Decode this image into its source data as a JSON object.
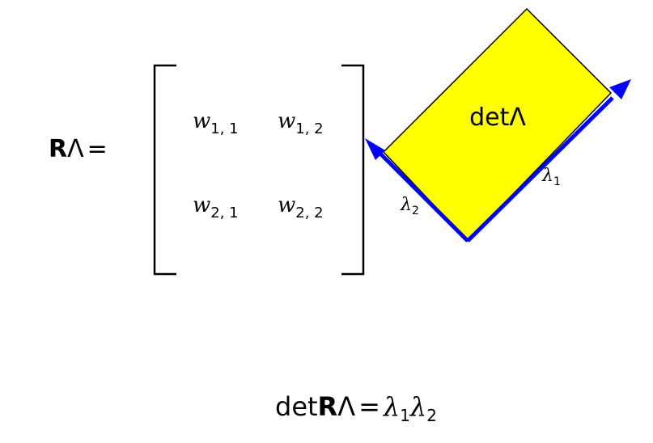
{
  "equation_lhs": {
    "bold": "R",
    "symbol": "Λ",
    "equals": "="
  },
  "matrix": {
    "entries": [
      {
        "var": "w",
        "sub": "1, 1"
      },
      {
        "var": "w",
        "sub": "1, 2"
      },
      {
        "var": "w",
        "sub": "2, 1"
      },
      {
        "var": "w",
        "sub": "2, 2"
      }
    ]
  },
  "parallelogram": {
    "fill": "#ffff00",
    "edge": "#000000",
    "label": "detΛ"
  },
  "vectors": {
    "color": "#0000ff",
    "lambda1": {
      "symbol": "λ",
      "sub": "1"
    },
    "lambda2": {
      "symbol": "λ",
      "sub": "2"
    }
  },
  "bottom_equation": {
    "det": "det",
    "bold": "R",
    "symbol": "Λ",
    "equals": "=",
    "t1": {
      "symbol": "λ",
      "sub": "1"
    },
    "t2": {
      "symbol": "λ",
      "sub": "2"
    }
  }
}
